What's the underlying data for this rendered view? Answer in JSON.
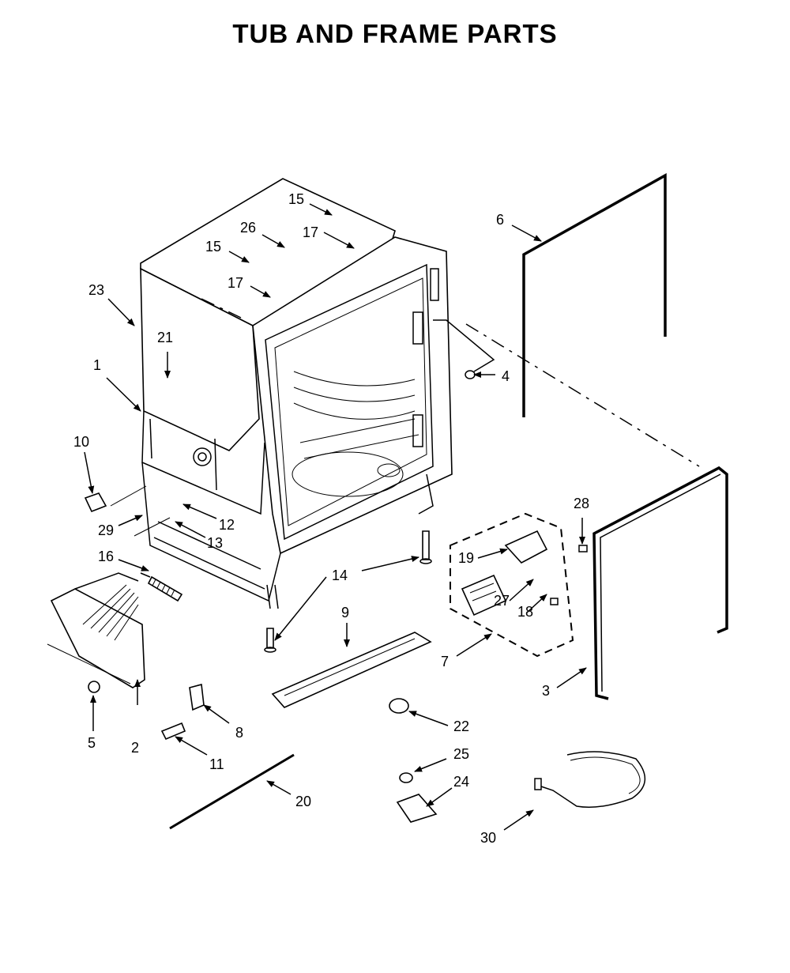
{
  "title": "TUB AND FRAME PARTS",
  "callouts": [
    "1",
    "2",
    "3",
    "4",
    "5",
    "6",
    "7",
    "8",
    "9",
    "10",
    "11",
    "12",
    "13",
    "14",
    "15",
    "15",
    "16",
    "17",
    "17",
    "18",
    "19",
    "20",
    "21",
    "22",
    "23",
    "24",
    "25",
    "26",
    "27",
    "28",
    "29",
    "30"
  ],
  "icons": {
    "arrow": "arrow-head",
    "parts": [
      "tub-frame",
      "door-gasket",
      "tub-gasket",
      "leveling-leg",
      "bracket",
      "screw",
      "hinge-spring",
      "mount-bracket",
      "cable",
      "water-line"
    ]
  }
}
